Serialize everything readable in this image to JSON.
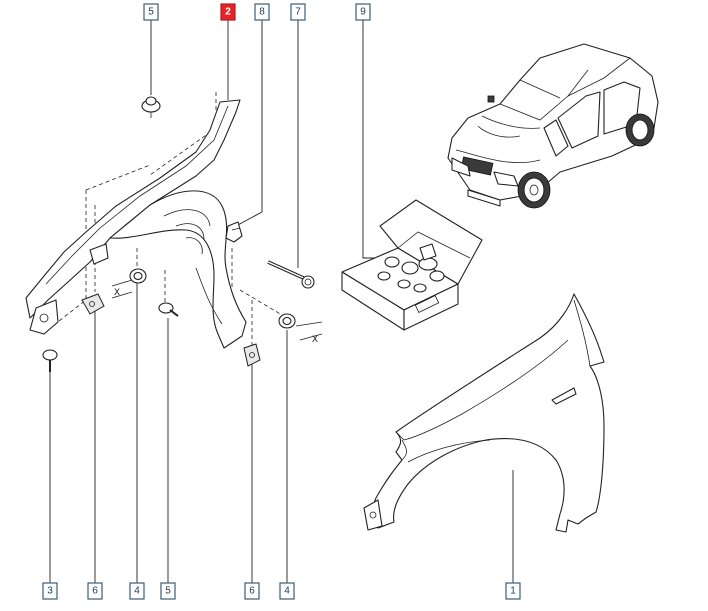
{
  "callouts": [
    {
      "id": "c5top",
      "label": "5",
      "active": false
    },
    {
      "id": "c2",
      "label": "2",
      "active": true
    },
    {
      "id": "c8",
      "label": "8",
      "active": false
    },
    {
      "id": "c7",
      "label": "7",
      "active": false
    },
    {
      "id": "c9",
      "label": "9",
      "active": false
    },
    {
      "id": "c3",
      "label": "3",
      "active": false
    },
    {
      "id": "c6a",
      "label": "6",
      "active": false
    },
    {
      "id": "c4a",
      "label": "4",
      "active": false
    },
    {
      "id": "c5b",
      "label": "5",
      "active": false
    },
    {
      "id": "c6b",
      "label": "6",
      "active": false
    },
    {
      "id": "c4b",
      "label": "4",
      "active": false
    },
    {
      "id": "c1",
      "label": "1",
      "active": false
    }
  ],
  "markers": {
    "x1": "X",
    "x2": "X"
  },
  "colors": {
    "active_callout": "#e3242b",
    "callout_border": "#3a5d7a",
    "line": "#222222"
  }
}
